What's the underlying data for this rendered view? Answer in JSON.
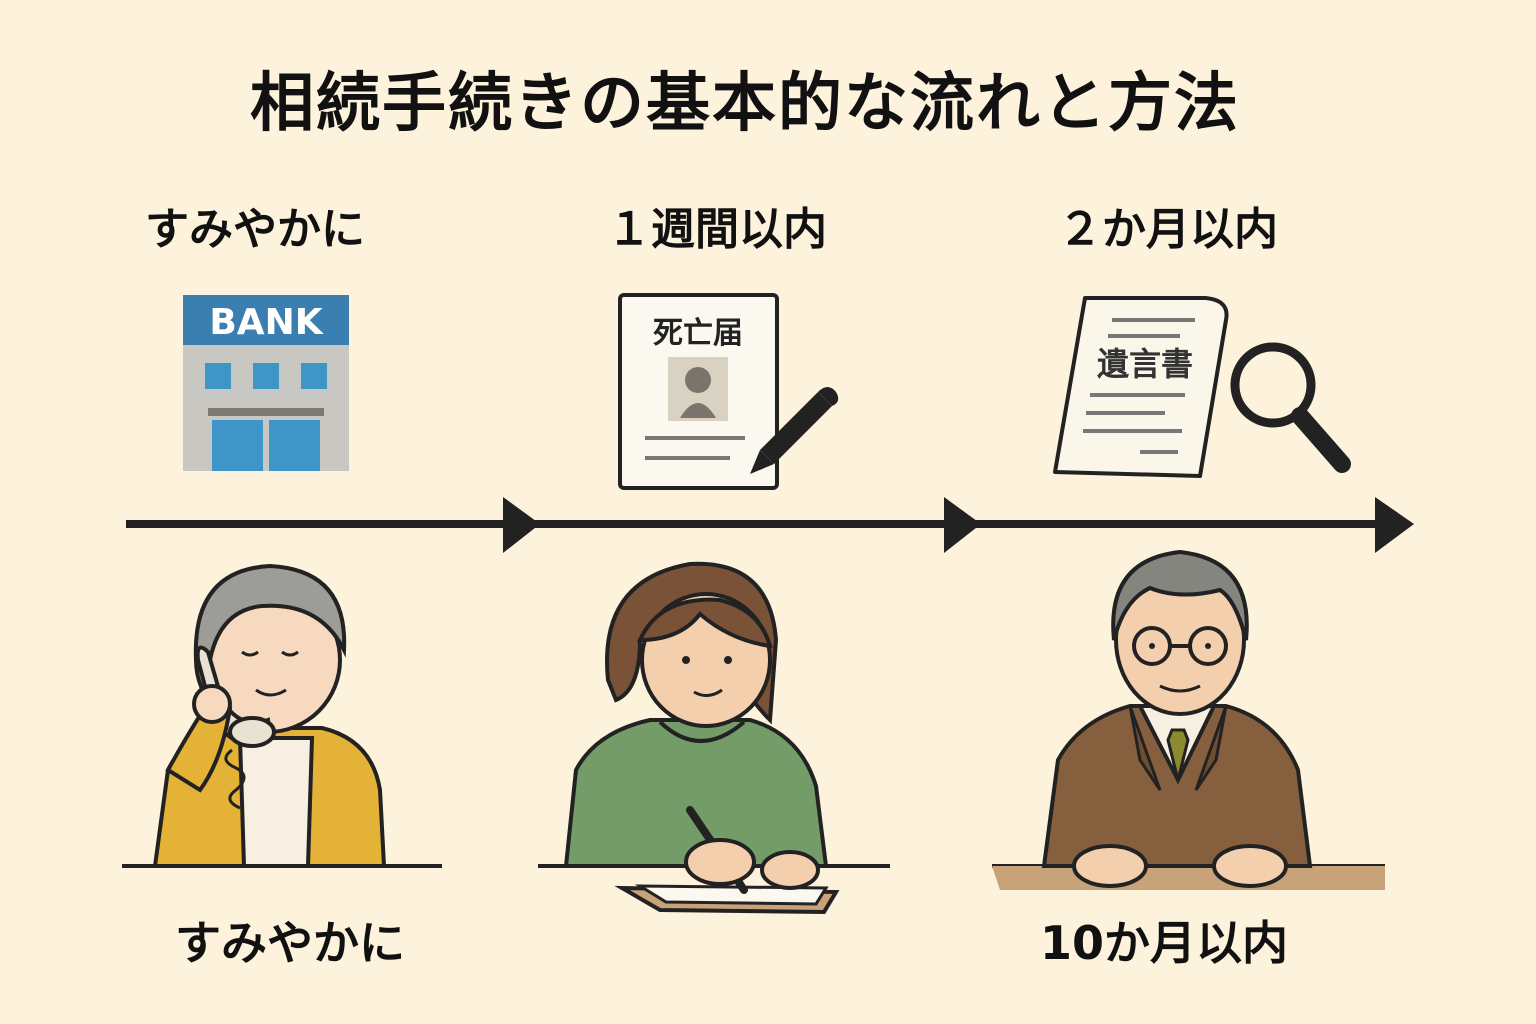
{
  "title": "相続手続きの基本的な流れと方法",
  "steps": [
    {
      "label": "すみやかに",
      "icon_text": "BANK"
    },
    {
      "label": "１週間以内",
      "icon_text": "死亡届"
    },
    {
      "label": "２か月以内",
      "icon_text": "遺言書"
    }
  ],
  "bottom_labels": [
    "すみやかに",
    "10か月以内"
  ],
  "colors": {
    "background": "#fdf3dc",
    "bank_sign": "#3a7fb0",
    "timeline": "#222222"
  }
}
